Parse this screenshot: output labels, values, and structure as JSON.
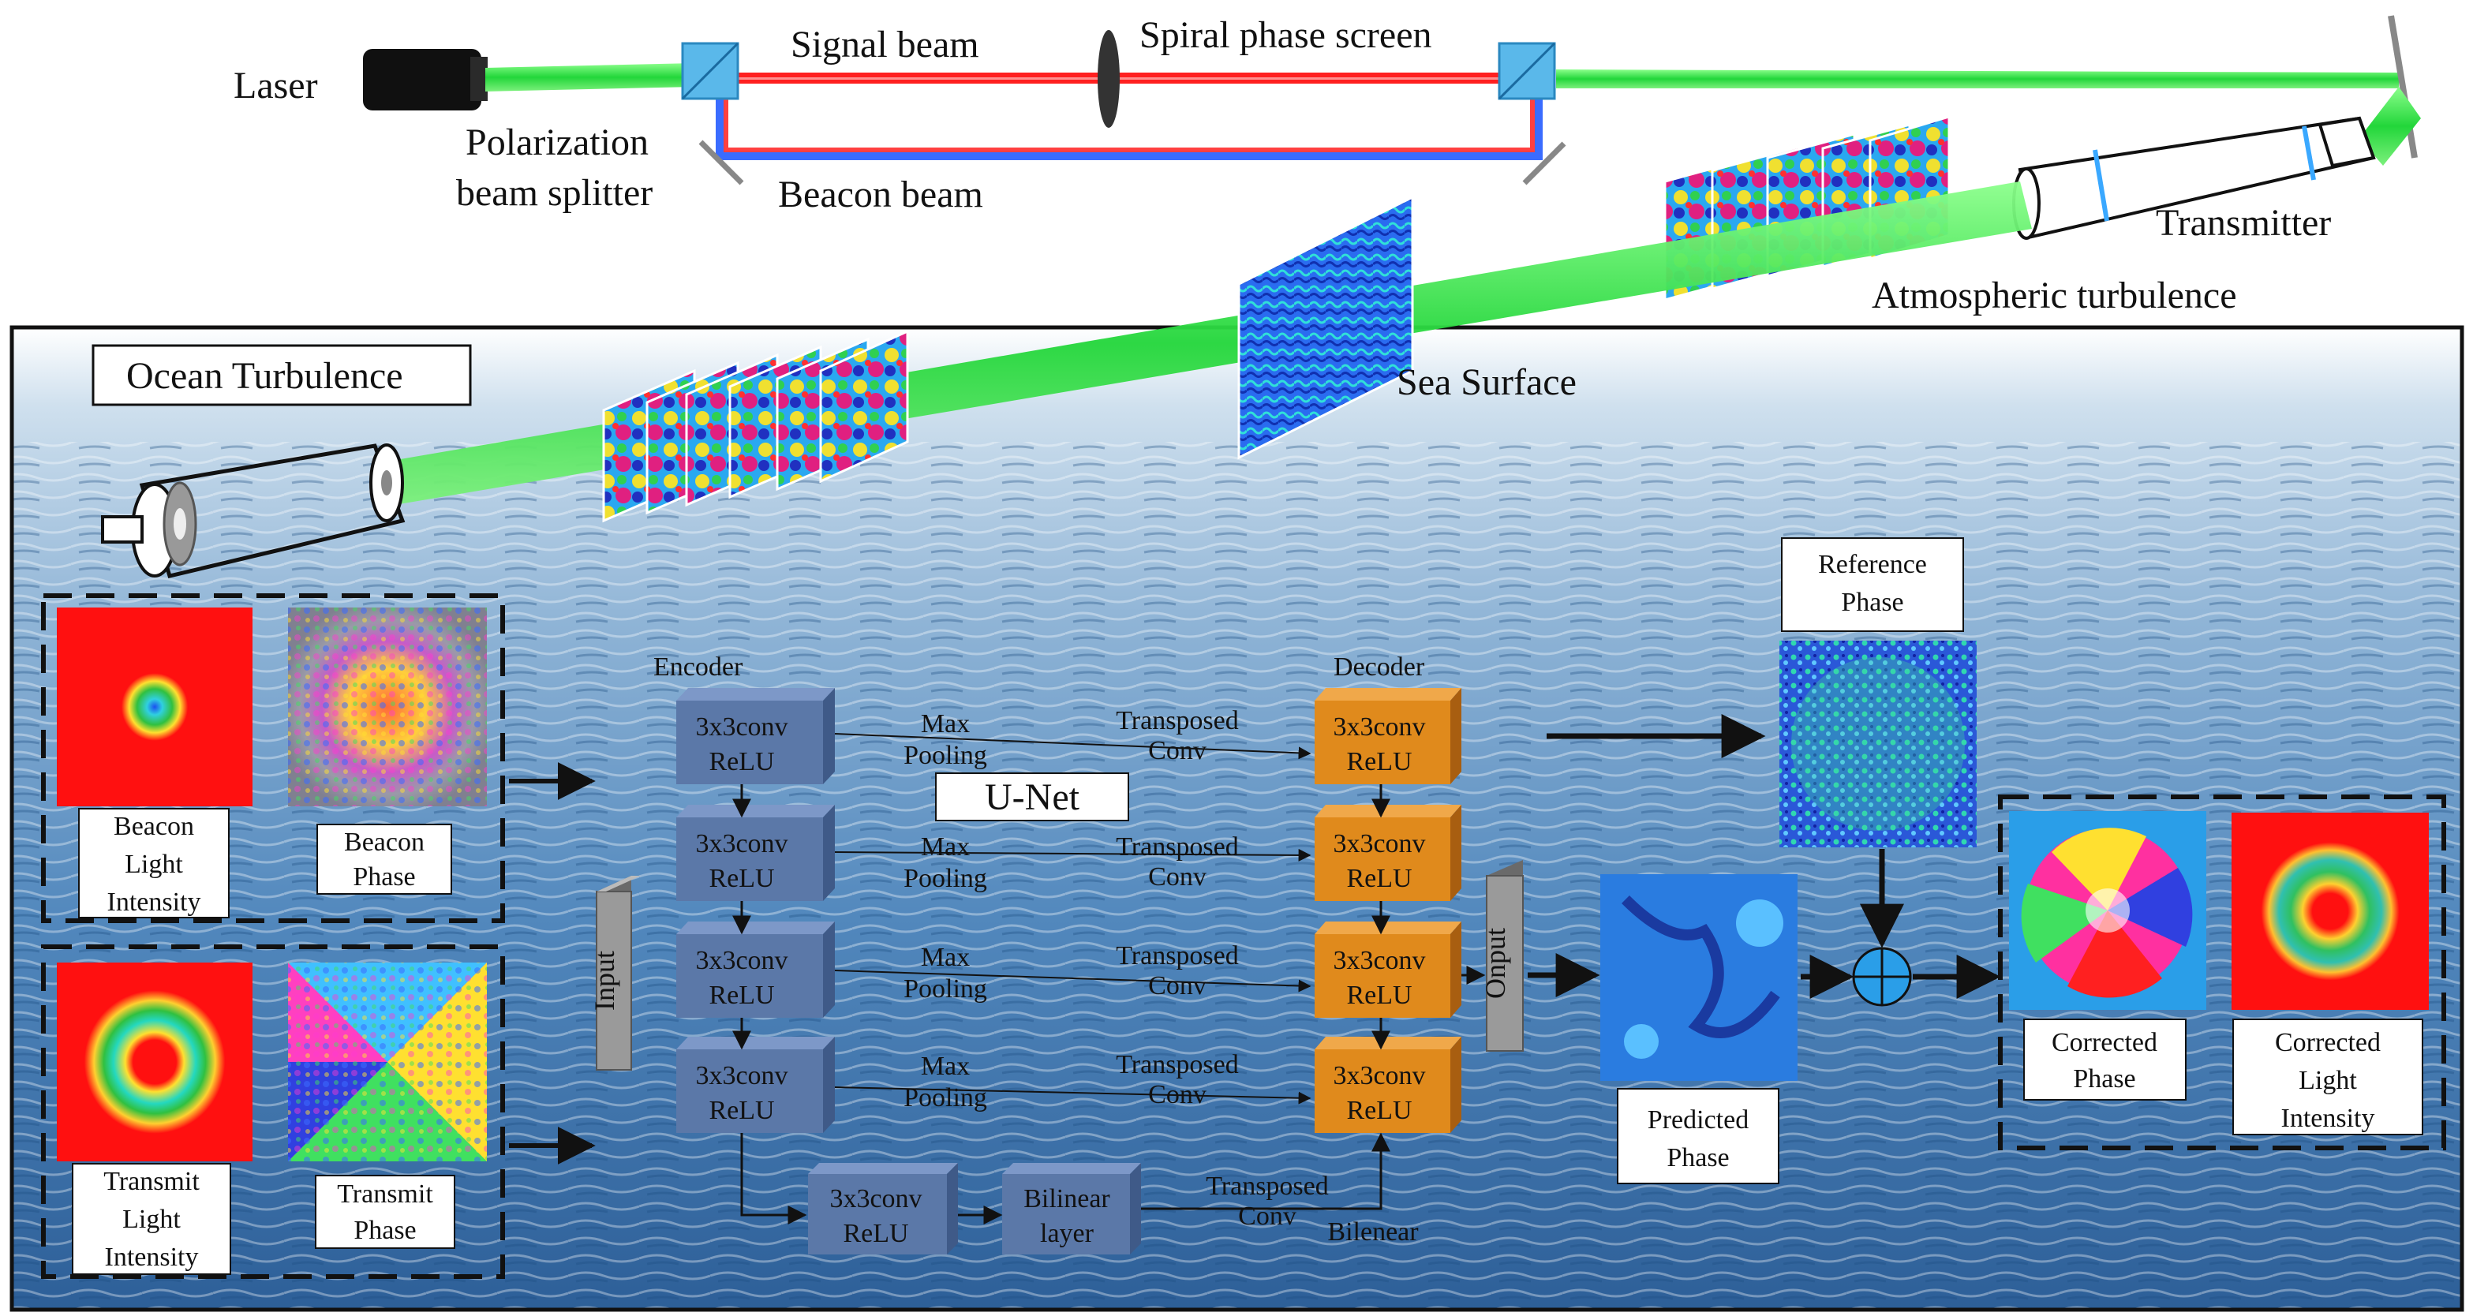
{
  "optics": {
    "laser": "Laser",
    "pbs_line1": "Polarization",
    "pbs_line2": "beam splitter",
    "signal_beam": "Signal beam",
    "spiral_phase_screen": "Spiral phase screen",
    "beacon_beam": "Beacon beam",
    "transmitter": "Transmitter",
    "atmospheric_turbulence": "Atmospheric turbulence"
  },
  "ocean": {
    "ocean_turbulence": "Ocean Turbulence",
    "sea_surface": "Sea Surface"
  },
  "inputs": {
    "beacon_intensity": [
      "Beacon",
      "Light",
      "Intensity"
    ],
    "beacon_phase": [
      "Beacon",
      "Phase"
    ],
    "transmit_intensity": [
      "Transmit",
      "Light",
      "Intensity"
    ],
    "transmit_phase": [
      "Transmit",
      "Phase"
    ]
  },
  "unet": {
    "title": "U-Net",
    "encoder": "Encoder",
    "decoder": "Decoder",
    "input": "Input",
    "output": "Onput",
    "conv_l1": "3x3conv",
    "conv_l2": "ReLU",
    "maxpool_l1": "Max",
    "maxpool_l2": "Pooling",
    "tconv_l1": "Transposed",
    "tconv_l2": "Conv",
    "bilinear_l1": "Bilinear",
    "bilinear_l2": "layer",
    "bilenear": "Bilenear"
  },
  "outputs": {
    "reference_phase": [
      "Reference",
      "Phase"
    ],
    "predicted_phase": [
      "Predicted",
      "Phase"
    ],
    "corrected_phase": [
      "Corrected",
      "Phase"
    ],
    "corrected_intensity": [
      "Corrected",
      "Light",
      "Intensity"
    ]
  },
  "colors": {
    "laser_green": "#33e04a",
    "signal_red": "#ff2020",
    "encoder_blue": "#5b78a8",
    "decoder_orange": "#e08a1c",
    "sea_blue": "#4f86b8",
    "intensity_red": "#ff1010"
  }
}
